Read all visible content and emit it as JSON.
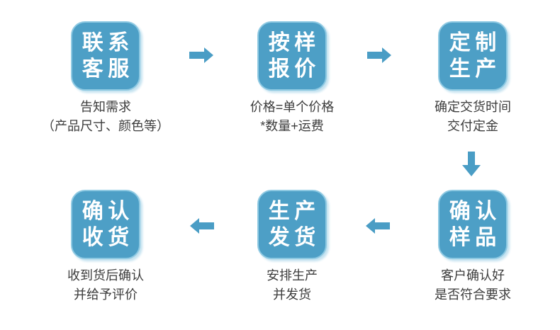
{
  "colors": {
    "box_fill": "#4d9fc6",
    "box_border": "#8ec9e2",
    "box_glow": "#c3e2f0",
    "arrow": "#4a9dc5",
    "caption_text": "#3c3c3c",
    "box_text": "#ffffff",
    "background": "#ffffff"
  },
  "flowchart": {
    "type": "process-flow",
    "step_count": 6
  },
  "steps": [
    {
      "order": 1,
      "title_line1": "联系",
      "title_line2": "客服",
      "caption_line1": "告知需求",
      "caption_line2": "（产品尺寸、颜色等）"
    },
    {
      "order": 2,
      "title_line1": "按样",
      "title_line2": "报价",
      "caption_line1": "价格=单个价格",
      "caption_line2": "*数量+运费"
    },
    {
      "order": 3,
      "title_line1": "定制",
      "title_line2": "生产",
      "caption_line1": "确定交货时间",
      "caption_line2": "交付定金"
    },
    {
      "order": 4,
      "title_line1": "确认",
      "title_line2": "样品",
      "caption_line1": "客户确认好",
      "caption_line2": "是否符合要求"
    },
    {
      "order": 5,
      "title_line1": "生产",
      "title_line2": "发货",
      "caption_line1": "安排生产",
      "caption_line2": "并发货"
    },
    {
      "order": 6,
      "title_line1": "确认",
      "title_line2": "收货",
      "caption_line1": "收到货后确认",
      "caption_line2": "并给予评价"
    }
  ],
  "arrows": [
    {
      "direction": "right"
    },
    {
      "direction": "right"
    },
    {
      "direction": "down"
    },
    {
      "direction": "left"
    },
    {
      "direction": "left"
    }
  ]
}
